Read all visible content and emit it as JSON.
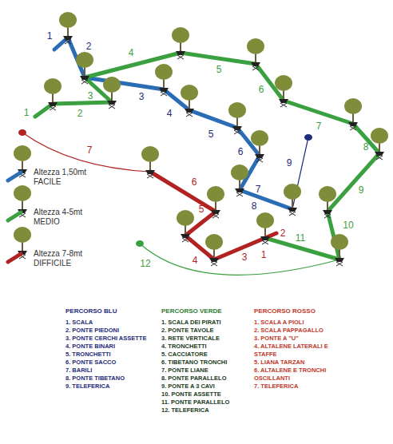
{
  "diagram": {
    "labels": [
      "1",
      "2",
      "3",
      "4",
      "5",
      "6",
      "7",
      "8",
      "9",
      "1",
      "2",
      "3",
      "4",
      "5",
      "6",
      "7",
      "8",
      "9",
      "10",
      "11",
      "12",
      "1",
      "2",
      "3",
      "4",
      "5",
      "6",
      "7",
      "PERCORSO BLU",
      "1. SCALA",
      "2. PONTE PIEDONI",
      "3. PONTE CERCHI ASSETTE",
      "4. PONTE BINARI",
      "5. TRONCHETTI",
      "6. PONTE SACCO",
      "7. BARILI",
      "8. PONTE TIBETANO",
      "9. TELEFERICA",
      "PERCORSO VERDE",
      "1. SCALA DEI PIRATI",
      "2. PONTE TAVOLE",
      "3. RETE VERTICALE",
      "4. TRONCHETTI",
      "5. CACCIATORE",
      "6. TIBETANO TRONCHI",
      "7. PONTE LIANE",
      "8. PONTE PARALLELO",
      "9. PONTE A 3 CAVI",
      "10. PONTE ASSETTE",
      "11. PONTE PARALLELO",
      "12. TELEFERICA",
      "PERCORSO ROSSO",
      "1. SCALA A PIOLI",
      "2. SCALA PAPPAGALLO",
      "3. PONTE A \"U\"",
      "4. ALTALENE LATERALI E STAFFE",
      "5. LIANA TARZAN",
      "6. ALTALENE E TRONCHI OSCILLANTI",
      "7. TELEFERICA"
    ],
    "legend": [
      {
        "text": "Altezza 1,50mt FACILE",
        "color": "#2a6db5"
      },
      {
        "text": "Altezza 4-5mt MEDIO",
        "color": "#3aa040"
      },
      {
        "text": "Altezza 7-8mt DIFFICILE",
        "color": "#b22222"
      }
    ]
  }
}
